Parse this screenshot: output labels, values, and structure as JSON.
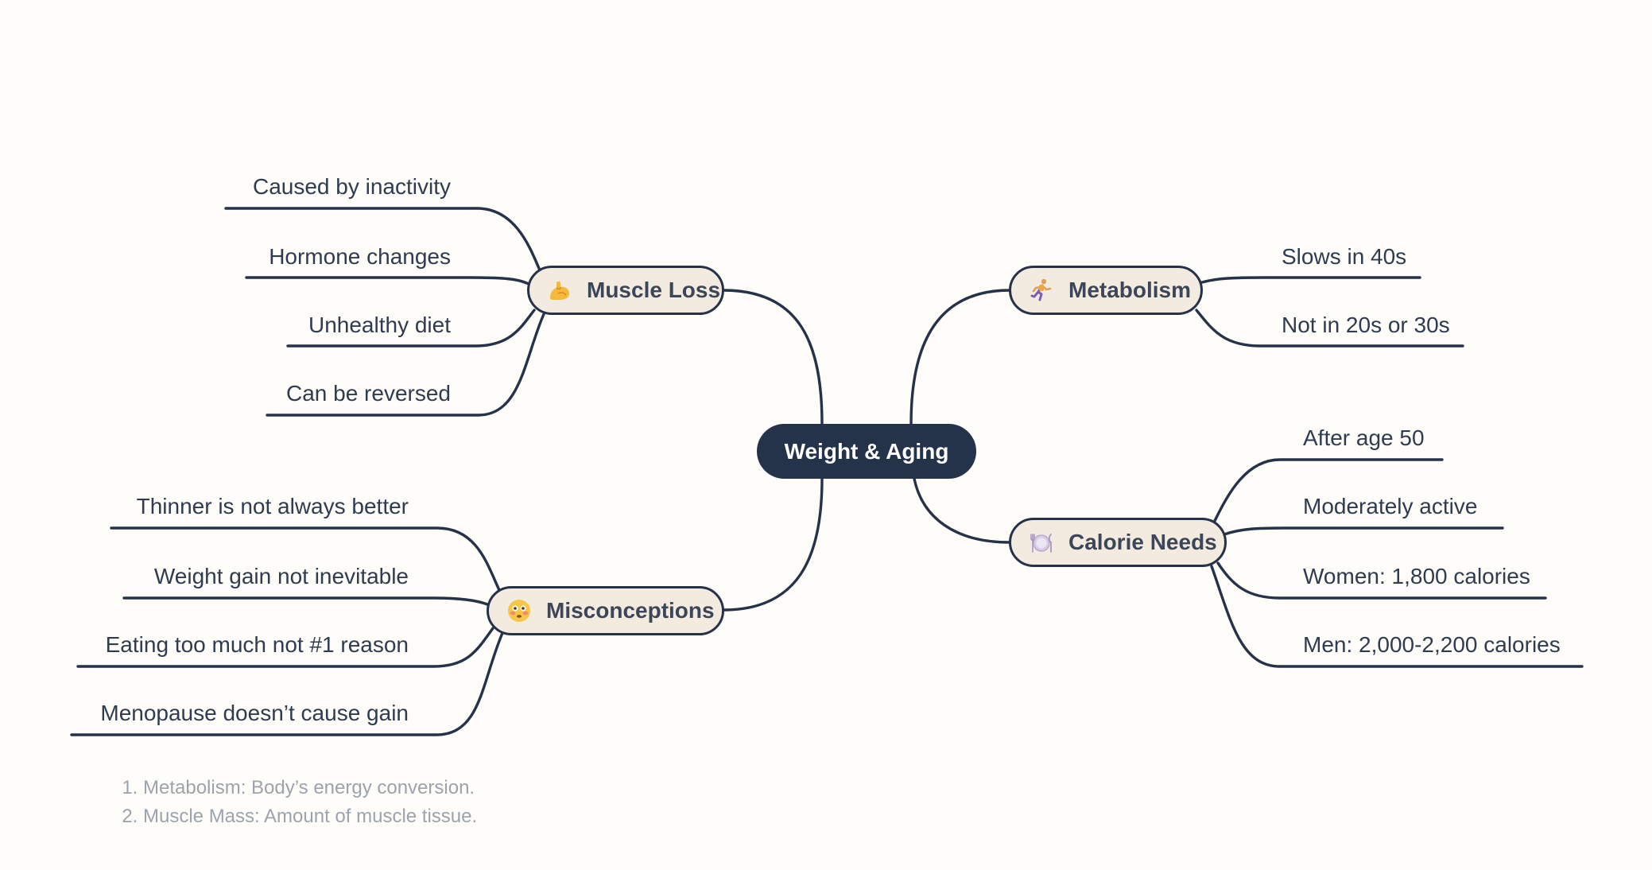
{
  "root": {
    "label": "Weight & Aging"
  },
  "branches": {
    "muscle_loss": {
      "label": "Muscle Loss",
      "icon": "flexed-biceps-icon",
      "leaves": [
        "Caused by inactivity",
        "Hormone changes",
        "Unhealthy diet",
        "Can be reversed"
      ]
    },
    "metabolism": {
      "label": "Metabolism",
      "icon": "running-person-icon",
      "leaves": [
        "Slows in 40s",
        "Not in 20s or 30s"
      ]
    },
    "calorie_needs": {
      "label": "Calorie Needs",
      "icon": "plate-fork-knife-icon",
      "leaves": [
        "After age 50",
        "Moderately active",
        "Women: 1,800 calories",
        "Men: 2,000-2,200 calories"
      ]
    },
    "misconceptions": {
      "label": "Misconceptions",
      "icon": "flushed-face-icon",
      "leaves": [
        "Thinner is not always better",
        "Weight gain not inevitable",
        "Eating too much not #1 reason",
        "Menopause doesn’t cause gain"
      ]
    }
  },
  "notes": [
    "Metabolism: Body’s energy conversion.",
    "Muscle Mass: Amount of muscle tissue."
  ],
  "colors": {
    "background": "#fefdf9",
    "root_fill": "#24324a",
    "branch_fill": "#f4ebe0",
    "line": "#25324a",
    "note_text": "#9ca3ad"
  }
}
